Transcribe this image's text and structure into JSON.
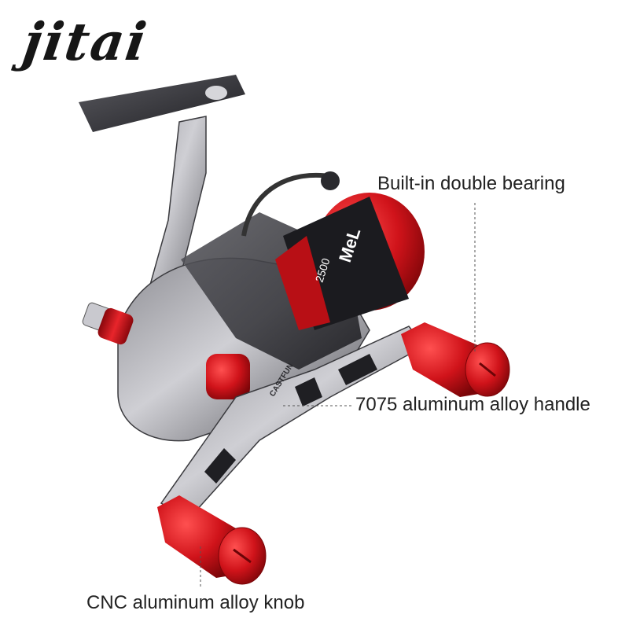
{
  "brand": {
    "logo_text": "jitai"
  },
  "reel": {
    "spool_model": "2500",
    "spool_brand": "MeL",
    "arm_label": "CASTFUN"
  },
  "callouts": [
    {
      "label": "Built-in double bearing"
    },
    {
      "label": "7075 aluminum alloy handle"
    },
    {
      "label": "CNC aluminum alloy knob"
    }
  ],
  "colors": {
    "accent_red": "#d0131a",
    "metal_dark": "#3a3a3e",
    "metal_light": "#b9b9bf",
    "text": "#222222"
  }
}
